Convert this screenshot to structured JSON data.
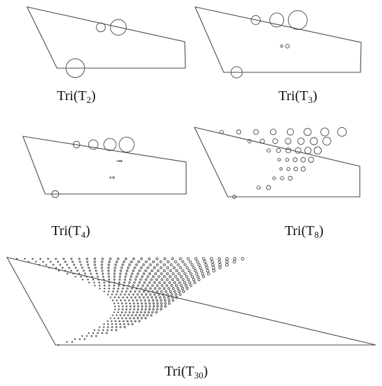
{
  "figures": [
    {
      "id": "t2",
      "name": "Tri",
      "sub": "2",
      "levels": 2
    },
    {
      "id": "t3",
      "name": "Tri",
      "sub": "3",
      "levels": 3
    },
    {
      "id": "t4",
      "name": "Tri",
      "sub": "4",
      "levels": 4
    },
    {
      "id": "t8",
      "name": "Tri",
      "sub": "8",
      "levels": 8
    },
    {
      "id": "t30",
      "name": "Tri",
      "sub": "30",
      "levels": 30
    }
  ]
}
